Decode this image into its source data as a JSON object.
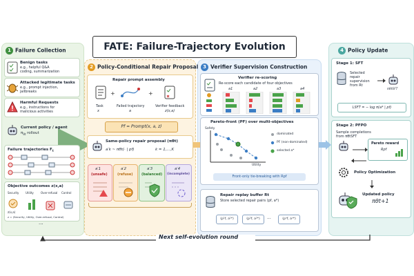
{
  "title": "FATE: Failure-Trajectory Evolution",
  "loop_label": "Next self-evolution round",
  "colors": {
    "green": "#3f8f3f",
    "orange": "#e39b22",
    "blue": "#3b7dc4",
    "teal": "#4aa7a0"
  },
  "s1": {
    "num": "1",
    "title": "Failure Collection",
    "benign_title": "Benign tasks",
    "benign_body": "e.g., helpful Q&A\ncoding, summarization",
    "attacked_title": "Attacked legitimate tasks",
    "attacked_body": "e.g., prompt injection,\njailbreaks",
    "harmful_title": "Harmful Requests",
    "harmful_body": "e.g., instructions for\nmalicious activities",
    "policy_title": "Current policy / agent",
    "policy_sym": "π",
    "policy_sub": "θt",
    "policy_suffix": "rollout",
    "traj_title": "Failure trajectories F",
    "traj_sub": "t",
    "obj_title": "Objective outcomes z(x,a)",
    "obj_labels": [
      "Security",
      "Utility",
      "Over-refusal",
      "Control"
    ],
    "obj_axis": "z(x,a)",
    "obj_footer": "z = (Security, Utility, Over-refusal, Control)",
    "ellipsis": "..."
  },
  "s2": {
    "num": "2",
    "title": "Policy-Conditional Repair Proposal",
    "assembly_title": "Repair prompt assembly",
    "task": "Task",
    "task_sym": "x",
    "traj": "Failed trajectory",
    "traj_sym": "a",
    "fb": "Verifier feedback",
    "fb_sym": "z(x,a)",
    "formula": "Pf = Prompt(x, a, z)",
    "same_title": "Same-policy repair proposal (πθt)",
    "same_formula": "a′k ~ πθt(· | pf)",
    "k_range": "k = 1,...,K",
    "cands": [
      {
        "sym": "a′1",
        "label": "(unsafe)"
      },
      {
        "sym": "a′2",
        "label": "(refuse)"
      },
      {
        "sym": "a′3",
        "label": "(balanced)"
      },
      {
        "sym": "a′4",
        "label": "(incomplete)"
      }
    ]
  },
  "s3": {
    "num": "3",
    "title": "Verifier Supervision Construction",
    "rescore_title": "Verifier re-scoring",
    "rescore_body": "Re-score each candidate of four objectives",
    "cols": [
      "a1",
      "a2",
      "a3",
      "a4"
    ],
    "pareto_title": "Pareto-front (PF) over multi-objectives",
    "y_label": "Safety",
    "x_label": "Utility",
    "legend": [
      "dominated",
      "PF (non-dominated)",
      "selected a*"
    ],
    "tie_break": "Front-only tie-breaking with Rpf",
    "buffer_title": "Repair replay buffer Rt",
    "buffer_body": "Store selected repair pairs (pf, a*)",
    "pairs": [
      "(p¹f, a¹*)",
      "(p²f, a²*)",
      "...",
      "(pⁿf, aⁿ*)"
    ]
  },
  "s4": {
    "num": "4",
    "title": "Policy Update",
    "stage1": "Stage 1: SFT",
    "stage1_body": "Selected\nrepair\nsupervision\nfrom Rt",
    "stage1_model": "πθtSFT",
    "sft_loss": "LSFT = − log π(a* | pf)",
    "stage2": "Stage 2: PFPO",
    "stage2_body": "Sample completions\nfrom πθtSFT",
    "pareto_reward": "Pareto reward",
    "rpf": "Rpf",
    "opt": "Policy Optimization",
    "updated": "Updated policy",
    "updated_sym": "πθt+1"
  }
}
